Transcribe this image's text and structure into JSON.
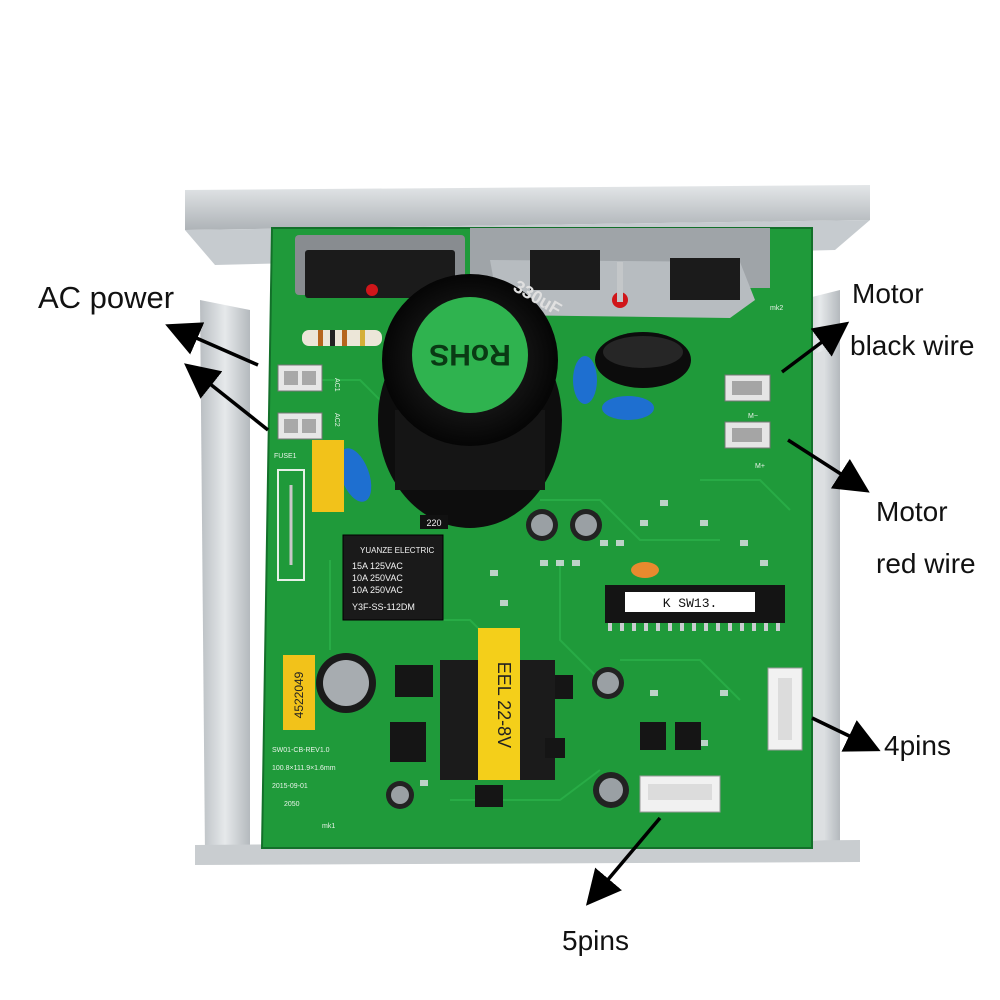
{
  "labels": {
    "ac_power": "AC  power",
    "motor_black_line1": "Motor",
    "motor_black_line2": "black  wire",
    "motor_red_line1": "Motor",
    "motor_red_line2": "red  wire",
    "pins4": "4pins",
    "pins5": "5pins"
  },
  "board": {
    "capacitor_brand": "330uF",
    "rohs": "RoHS",
    "relay_brand": "YUANZE ELECTRIC",
    "relay_ratings": [
      "15A  125VAC",
      "10A  250VAC",
      "10A  250VAC"
    ],
    "relay_model": "Y3F-SS-112DM",
    "chip_label": "K  SW13.",
    "transformer_label": "EEL  22-8V",
    "yellow_cap_label": "4522049",
    "revision": "SW01-CB-REV1.0",
    "dimensions": "100.8×111.9×1.6mm",
    "date": "2015-09-01",
    "code": "2050",
    "mark_bottom": "mk1",
    "mark_top": "mk2",
    "ac1": "AC1",
    "ac2": "AC2",
    "m_minus": "M−",
    "m_plus": "M+",
    "resistor_220": "220",
    "fuse": "FUSE1"
  },
  "colors": {
    "pcb": "#1f9a3a",
    "pcb_dark": "#167a2c",
    "heatsink": "#cfd3d6",
    "arrow": "#000000"
  }
}
